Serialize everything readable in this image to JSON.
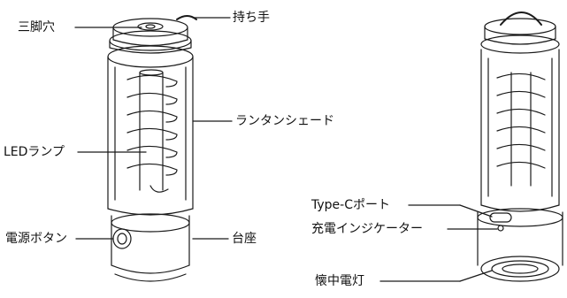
{
  "left_lantern": {
    "labels": {
      "tripod_hole": "三脚穴",
      "handle": "持ち手",
      "lantern_shade": "ランタンシェード",
      "led_lamp": "LEDランプ",
      "power_button": "電源ボタン",
      "base": "台座"
    }
  },
  "right_lantern": {
    "labels": {
      "type_c_port": "Type-Cポート",
      "charge_indicator": "充電インジケーター",
      "flashlight": "懐中電灯"
    }
  },
  "colors": {
    "line": "#1a1a1a",
    "background": "#ffffff"
  }
}
